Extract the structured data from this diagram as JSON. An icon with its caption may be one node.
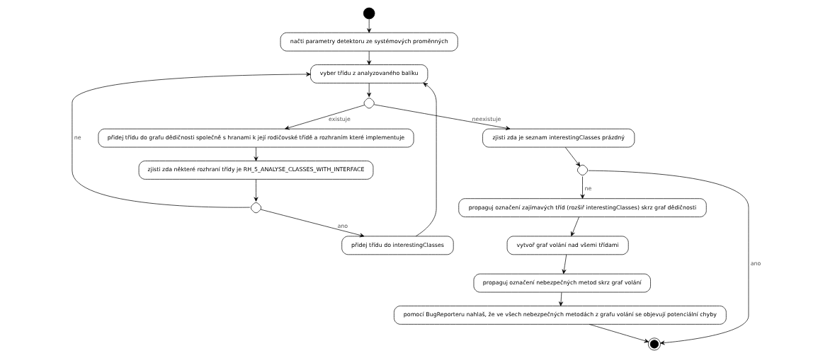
{
  "diagram": {
    "nodes": [
      {
        "text": [],
        "shape": "circle"
      },
      {
        "text": [
          "načti parametry detektoru ze systémových proměnných"
        ]
      },
      {
        "text": [
          "vyber třídu z analyzovaného balíku"
        ]
      },
      {
        "text": [],
        "shape": "diamond"
      },
      {
        "text": [
          "přidej třídu do grafu dědičnosti společně s hranami k její rodičovské třídě a rozhraním které implementuje"
        ]
      },
      {
        "text": [
          "zjisti zda některé rozhraní třídy je RH_5_ANALYSE_CLASSES_WITH_INTERFACE"
        ]
      },
      {
        "text": [],
        "shape": "diamond"
      },
      {
        "text": [
          "přidej třídu do interestingClasses"
        ]
      },
      {
        "text": [
          "zjisti zda je seznam interestingClasses prázdný"
        ]
      },
      {
        "text": [],
        "shape": "diamond"
      },
      {
        "text": [
          "propaguj označení zajímavých tříd (rozšiř interestingClasses) skrz graf dědičnosti"
        ]
      },
      {
        "text": [
          "vytvoř graf volání nad všemi třídami"
        ]
      },
      {
        "text": [
          "propaguj označení nebezpečných metod skrz graf volání"
        ]
      },
      {
        "text": [
          "pomocí BugReporteru nahlaš, že ve všech nebezpečných metodách z grafu volání se objevují potenciální chyby"
        ]
      },
      {
        "text": [],
        "shape": "bullseye"
      }
    ],
    "edges": [
      {
        "from": 0,
        "to": 1,
        "arrow": "to"
      },
      {
        "from": 1,
        "to": 2,
        "arrow": "to"
      },
      {
        "from": 2,
        "to": 3,
        "arrow": "to"
      },
      {
        "from": 3,
        "to": 4,
        "arrow": "to",
        "label": "existuje"
      },
      {
        "from": 3,
        "to": 8,
        "arrow": "to",
        "label": "neexistuje"
      },
      {
        "from": 4,
        "to": 5,
        "arrow": "to"
      },
      {
        "from": 5,
        "to": 6,
        "arrow": "to"
      },
      {
        "from": 6,
        "to": 7,
        "arrow": "to",
        "label": "ano"
      },
      {
        "from": 6,
        "to": 2,
        "arrow": "to",
        "label": "ne"
      },
      {
        "from": 7,
        "to": 2,
        "arrow": "to"
      },
      {
        "from": 8,
        "to": 9,
        "arrow": "to"
      },
      {
        "from": 9,
        "to": 10,
        "arrow": "to",
        "label": "ne"
      },
      {
        "from": 9,
        "to": 14,
        "arrow": "to",
        "label": "ano"
      },
      {
        "from": 10,
        "to": 11,
        "arrow": "to"
      },
      {
        "from": 11,
        "to": 12,
        "arrow": "to"
      },
      {
        "from": 12,
        "to": 13,
        "arrow": "to"
      },
      {
        "from": 13,
        "to": 14,
        "arrow": "to"
      }
    ]
  }
}
